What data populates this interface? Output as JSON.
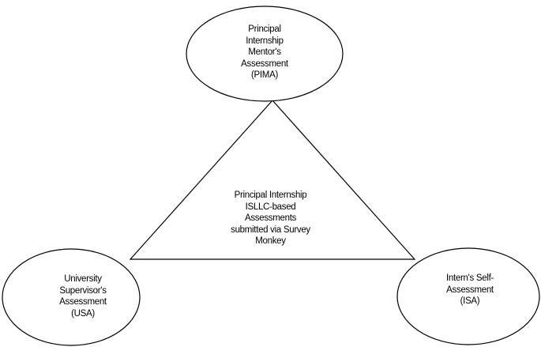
{
  "nodes": {
    "top": {
      "lines": [
        "Principal",
        "Internship",
        "Mentor's",
        "Assessment",
        "(PIMA)"
      ]
    },
    "left": {
      "lines": [
        "University",
        "Supervisor's",
        "Assessment",
        "(USA)"
      ]
    },
    "right": {
      "lines": [
        "Intern's Self-",
        "Assessment",
        "(ISA)"
      ]
    },
    "center": {
      "lines": [
        "Principal Internship",
        "ISLLC-based",
        "Assessments",
        "submitted via Survey",
        "Monkey"
      ]
    }
  },
  "colors": {
    "stroke": "#000000",
    "fill": "#ffffff",
    "text": "#000000"
  }
}
